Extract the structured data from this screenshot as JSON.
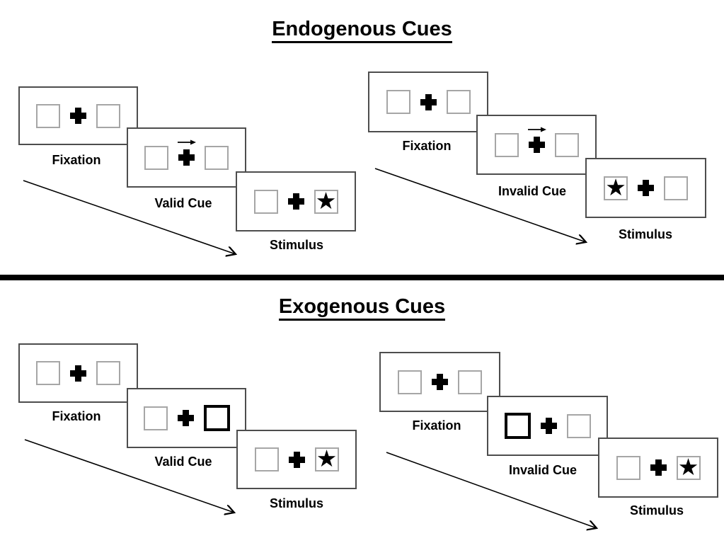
{
  "colors": {
    "background": "#ffffff",
    "panel_border": "#4d4d4d",
    "box_border": "#a6a6a6",
    "ink": "#000000"
  },
  "icons": {
    "star": "★",
    "fixation_cross": "plus-cross",
    "cue_arrow": "arrow-right",
    "timeline_arrow": "diagonal-arrow-down-right"
  },
  "sections": [
    {
      "title": "Endogenous Cues",
      "groups": [
        {
          "name": "valid-trial",
          "panels": [
            {
              "label": "Fixation",
              "boxes": [
                "plain",
                "plain"
              ],
              "cue": null,
              "star": null
            },
            {
              "label": "Valid Cue",
              "boxes": [
                "plain",
                "plain"
              ],
              "cue": "arrow-right",
              "star": null
            },
            {
              "label": "Stimulus",
              "boxes": [
                "plain",
                "star"
              ],
              "cue": null,
              "star": "right"
            }
          ]
        },
        {
          "name": "invalid-trial",
          "panels": [
            {
              "label": "Fixation",
              "boxes": [
                "plain",
                "plain"
              ],
              "cue": null,
              "star": null
            },
            {
              "label": "Invalid Cue",
              "boxes": [
                "plain",
                "plain"
              ],
              "cue": "arrow-right",
              "star": null
            },
            {
              "label": "Stimulus",
              "boxes": [
                "star",
                "plain"
              ],
              "cue": null,
              "star": "left"
            }
          ]
        }
      ]
    },
    {
      "title": "Exogenous Cues",
      "groups": [
        {
          "name": "valid-trial",
          "panels": [
            {
              "label": "Fixation",
              "boxes": [
                "plain",
                "plain"
              ],
              "cue": null,
              "star": null
            },
            {
              "label": "Valid Cue",
              "boxes": [
                "plain",
                "bold"
              ],
              "cue": "box-right",
              "star": null
            },
            {
              "label": "Stimulus",
              "boxes": [
                "plain",
                "star"
              ],
              "cue": null,
              "star": "right"
            }
          ]
        },
        {
          "name": "invalid-trial",
          "panels": [
            {
              "label": "Fixation",
              "boxes": [
                "plain",
                "plain"
              ],
              "cue": null,
              "star": null
            },
            {
              "label": "Invalid Cue",
              "boxes": [
                "bold",
                "plain"
              ],
              "cue": "box-left",
              "star": null
            },
            {
              "label": "Stimulus",
              "boxes": [
                "plain",
                "star"
              ],
              "cue": null,
              "star": "right"
            }
          ]
        }
      ]
    }
  ]
}
